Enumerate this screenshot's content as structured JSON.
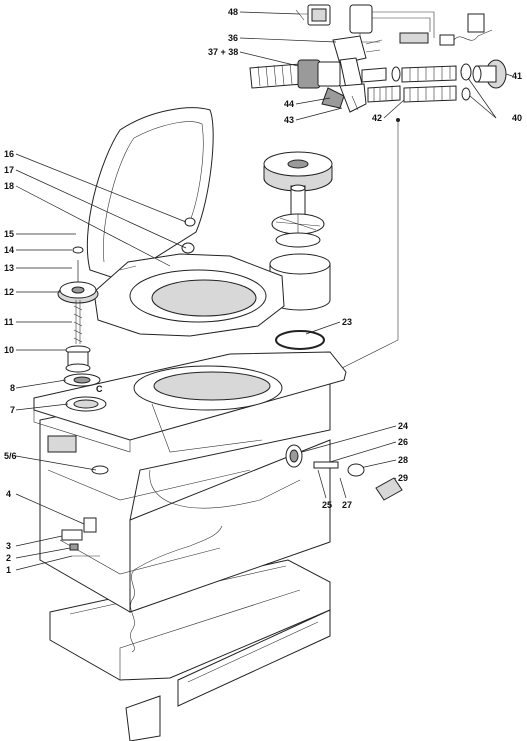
{
  "callouts": [
    {
      "id": "48",
      "text": "48"
    },
    {
      "id": "36",
      "text": "36"
    },
    {
      "id": "37-38",
      "text": "37 + 38"
    },
    {
      "id": "44",
      "text": "44"
    },
    {
      "id": "43",
      "text": "43"
    },
    {
      "id": "42",
      "text": "42"
    },
    {
      "id": "41",
      "text": "41"
    },
    {
      "id": "40",
      "text": "40"
    },
    {
      "id": "16",
      "text": "16"
    },
    {
      "id": "17",
      "text": "17"
    },
    {
      "id": "18",
      "text": "18"
    },
    {
      "id": "15",
      "text": "15"
    },
    {
      "id": "14",
      "text": "14"
    },
    {
      "id": "13",
      "text": "13"
    },
    {
      "id": "12",
      "text": "12"
    },
    {
      "id": "11",
      "text": "11"
    },
    {
      "id": "10",
      "text": "10"
    },
    {
      "id": "8",
      "text": "8"
    },
    {
      "id": "7",
      "text": "7"
    },
    {
      "id": "5-6",
      "text": "5/6"
    },
    {
      "id": "4",
      "text": "4"
    },
    {
      "id": "3",
      "text": "3"
    },
    {
      "id": "2",
      "text": "2"
    },
    {
      "id": "1",
      "text": "1"
    },
    {
      "id": "23",
      "text": "23"
    },
    {
      "id": "24",
      "text": "24"
    },
    {
      "id": "26",
      "text": "26"
    },
    {
      "id": "28",
      "text": "28"
    },
    {
      "id": "29",
      "text": "29"
    },
    {
      "id": "25",
      "text": "25"
    },
    {
      "id": "27",
      "text": "27"
    },
    {
      "id": "c",
      "text": "C"
    }
  ]
}
